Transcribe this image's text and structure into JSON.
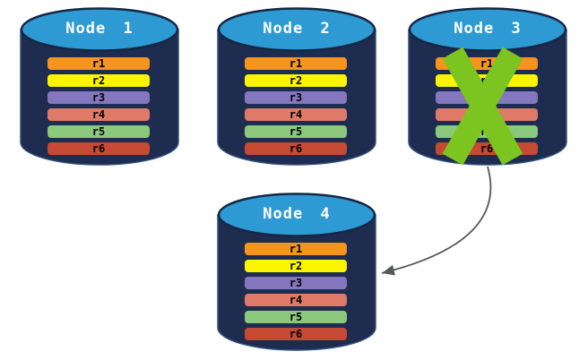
{
  "diagram": {
    "background": "#FFFFFF",
    "nodes": [
      {
        "label": "Node 1",
        "failed": false,
        "records": [
          "r1",
          "r2",
          "r3",
          "r4",
          "r5",
          "r6"
        ]
      },
      {
        "label": "Node 2",
        "failed": false,
        "records": [
          "r1",
          "r2",
          "r3",
          "r4",
          "r5",
          "r6"
        ]
      },
      {
        "label": "Node 3",
        "failed": true,
        "records": [
          "r1",
          "r2",
          "r3",
          "r4",
          "r5",
          "r6"
        ]
      },
      {
        "label": "Node 4",
        "failed": false,
        "records": [
          "r1",
          "r2",
          "r3",
          "r4",
          "r5",
          "r6"
        ]
      }
    ],
    "record_colors": [
      "#F7941E",
      "#FCF500",
      "#8477BE",
      "#DF7A69",
      "#8CC87C",
      "#C64A33"
    ],
    "colors": {
      "cylinder_body": "#1E2C50",
      "cylinder_top": "#2D9AD3",
      "failure_x": "#7CC41F",
      "arrow": "#55575A"
    },
    "arrow": {
      "from": "Node 3",
      "to": "Node 4"
    }
  }
}
